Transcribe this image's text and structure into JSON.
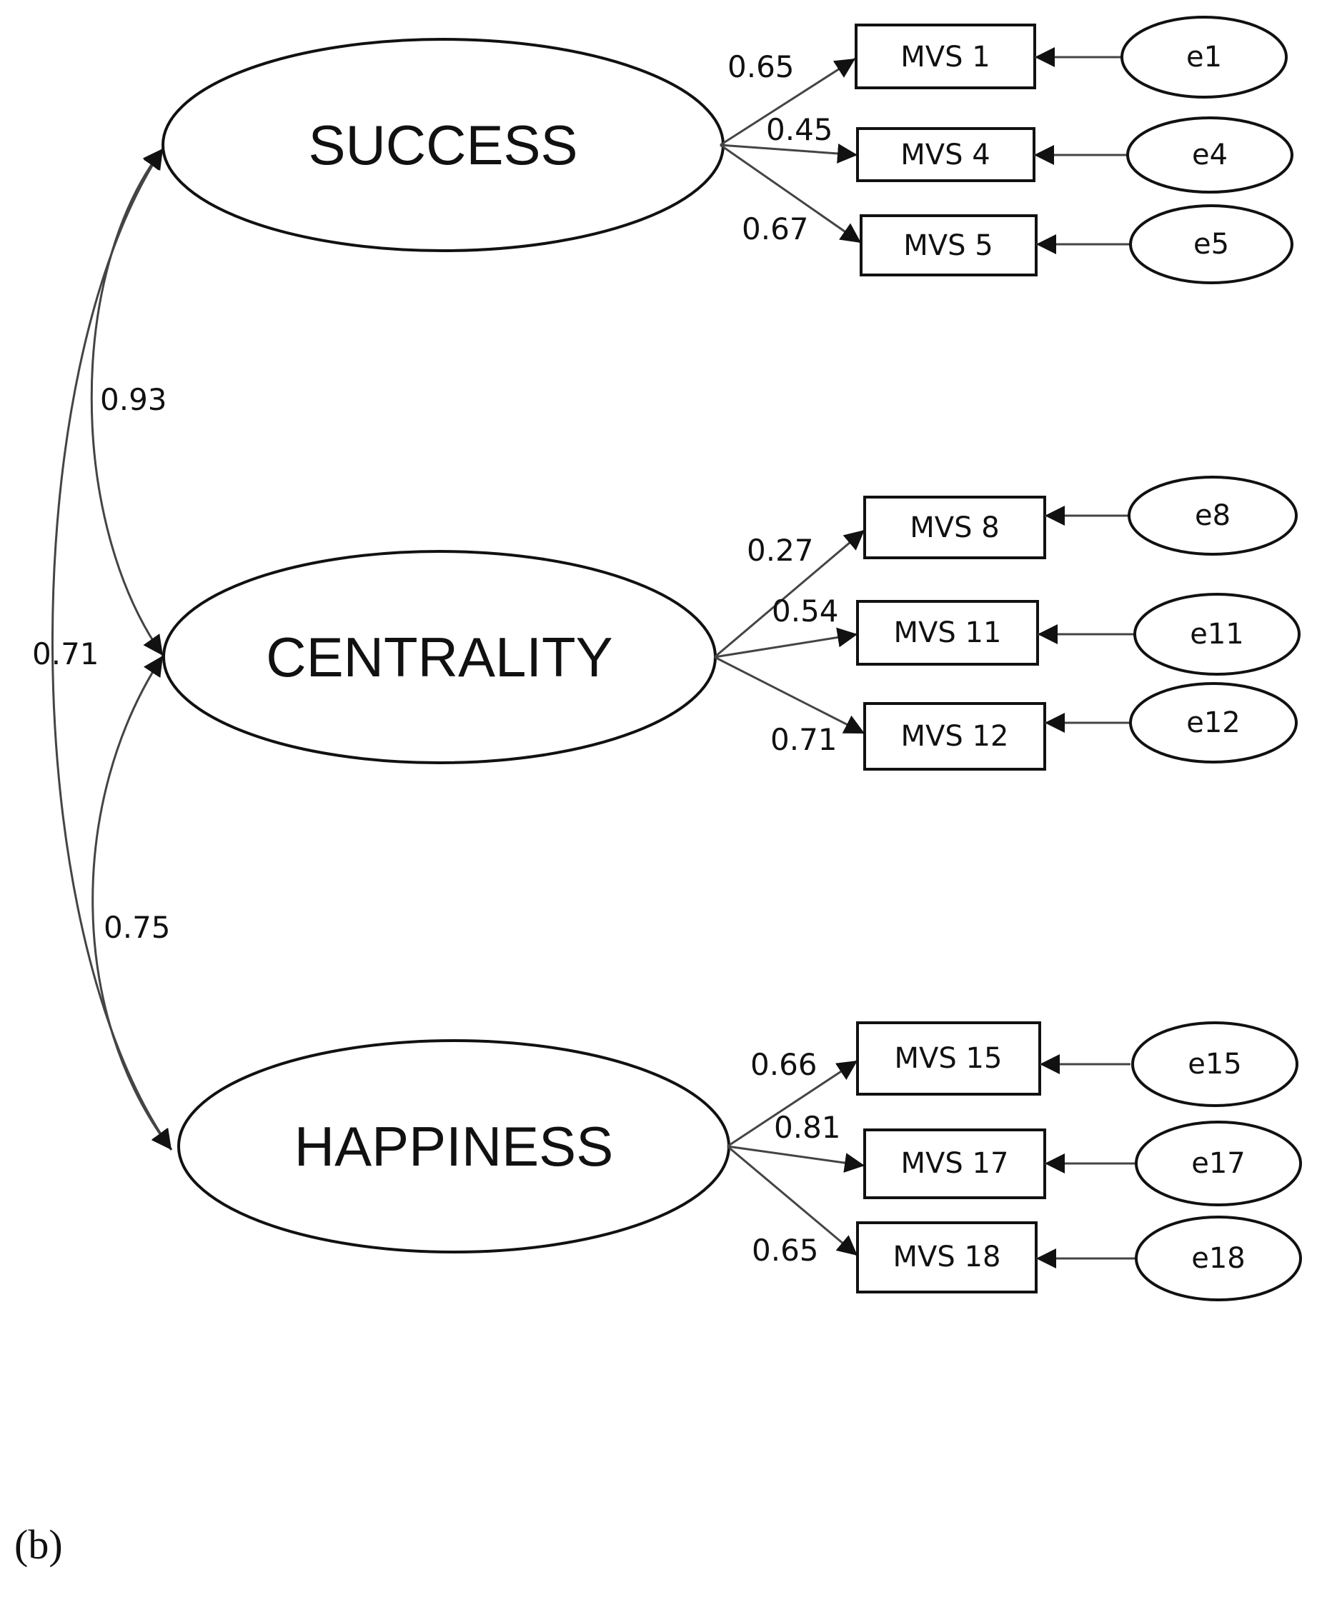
{
  "latents": [
    {
      "id": "success",
      "label": "SUCCESS"
    },
    {
      "id": "centrality",
      "label": "CENTRALITY"
    },
    {
      "id": "happiness",
      "label": "HAPPINESS"
    }
  ],
  "indicators": [
    {
      "label": "MVS 1",
      "error": "e1",
      "latent": "success",
      "loading": "0.65"
    },
    {
      "label": "MVS 4",
      "error": "e4",
      "latent": "success",
      "loading": "0.45"
    },
    {
      "label": "MVS 5",
      "error": "e5",
      "latent": "success",
      "loading": "0.67"
    },
    {
      "label": "MVS 8",
      "error": "e8",
      "latent": "centrality",
      "loading": "0.27"
    },
    {
      "label": "MVS 11",
      "error": "e11",
      "latent": "centrality",
      "loading": "0.54"
    },
    {
      "label": "MVS 12",
      "error": "e12",
      "latent": "centrality",
      "loading": "0.71"
    },
    {
      "label": "MVS 15",
      "error": "e15",
      "latent": "happiness",
      "loading": "0.66"
    },
    {
      "label": "MVS 17",
      "error": "e17",
      "latent": "happiness",
      "loading": "0.81"
    },
    {
      "label": "MVS 18",
      "error": "e18",
      "latent": "happiness",
      "loading": "0.65"
    }
  ],
  "covariances": [
    {
      "from": "success",
      "to": "centrality",
      "value": "0.93"
    },
    {
      "from": "centrality",
      "to": "happiness",
      "value": "0.75"
    },
    {
      "from": "success",
      "to": "happiness",
      "value": "0.71"
    }
  ],
  "caption": "(b)"
}
